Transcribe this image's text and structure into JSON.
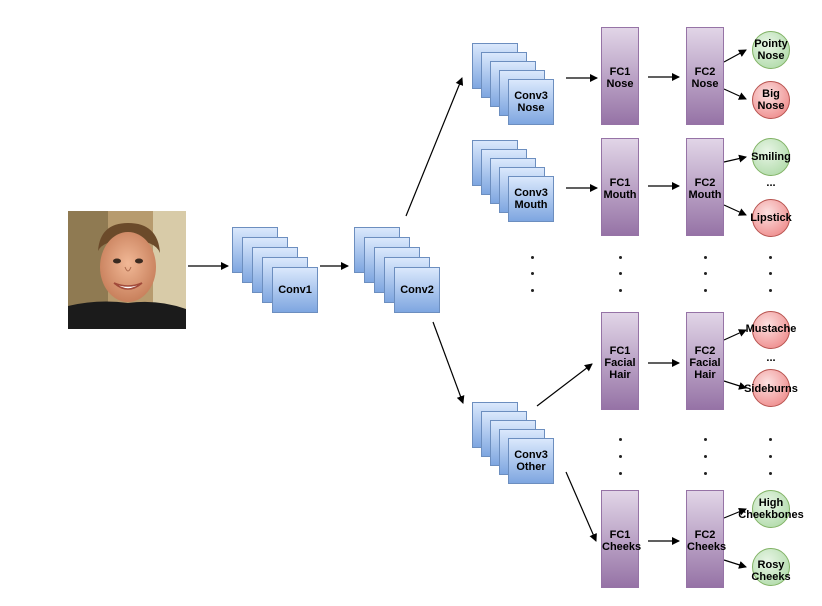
{
  "photo": {
    "description_icon": "face-photo"
  },
  "conv1": {
    "label": "Conv1"
  },
  "conv2": {
    "label": "Conv2"
  },
  "conv3": {
    "nose": "Conv3\nNose",
    "mouth": "Conv3\nMouth",
    "other": "Conv3\nOther"
  },
  "fc1": {
    "nose": "FC1\nNose",
    "mouth": "FC1\nMouth",
    "facial_hair": "FC1\nFacial\nHair",
    "cheeks": "FC1\nCheeks"
  },
  "fc2": {
    "nose": "FC2\nNose",
    "mouth": "FC2\nMouth",
    "facial_hair": "FC2\nFacial\nHair",
    "cheeks": "FC2\nCheeks"
  },
  "attributes": {
    "pointy_nose": "Pointy\nNose",
    "big_nose": "Big\nNose",
    "smiling": "Smiling",
    "mouth_more": "...",
    "lipstick": "Lipstick",
    "mustache": "Mustache",
    "hair_more": "...",
    "sideburns": "Sideburns",
    "high_cheekbones": "High\nCheekbones",
    "rosy_cheeks": "Rosy\nCheeks"
  },
  "colors": {
    "positive": "#a6d69e",
    "negative": "#ec7b7b",
    "conv": "#7ea6e0",
    "fc": "#9673a6"
  }
}
